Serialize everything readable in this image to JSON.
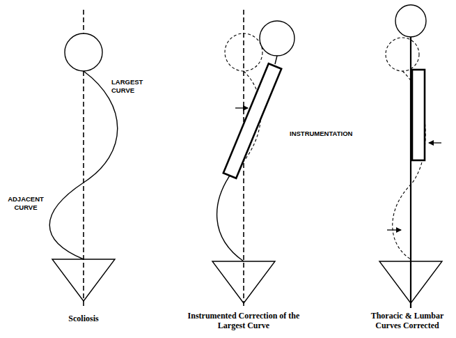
{
  "diagram": {
    "labels": [
      "LARGEST CURVE",
      "ADJACENT CURVE",
      "INSTRUMENTATION",
      "Scoliosis",
      "Instrumented Correction of the Largest Curve",
      "Thoracic & Lumbar Curves Corrected"
    ]
  }
}
